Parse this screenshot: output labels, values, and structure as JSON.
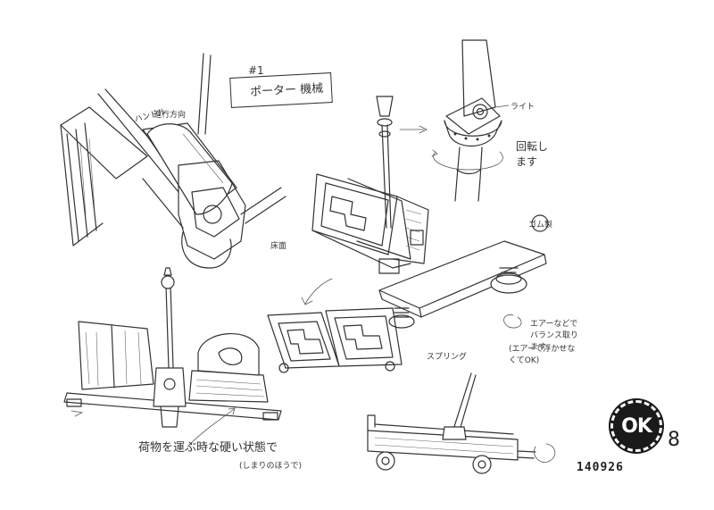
{
  "title": {
    "number": "#1",
    "text": "ポーター 機械"
  },
  "notes": {
    "travel_direction": "進行方向",
    "handle": "ハンドル",
    "light": "ライト",
    "rotate": "回転します",
    "rubber": "ゴム製",
    "floor": "床面",
    "air_balance": "エアーなどでバランス取ります",
    "air_note": "(エアーで浮かせなくてOK)",
    "spring": "スプリング",
    "carry_state": "荷物を運ぶ時な硬い状態で",
    "carry_note": "(しまりのほうで)"
  },
  "stamp": {
    "text": "OK"
  },
  "page_number": "8",
  "serial_number": "140926"
}
